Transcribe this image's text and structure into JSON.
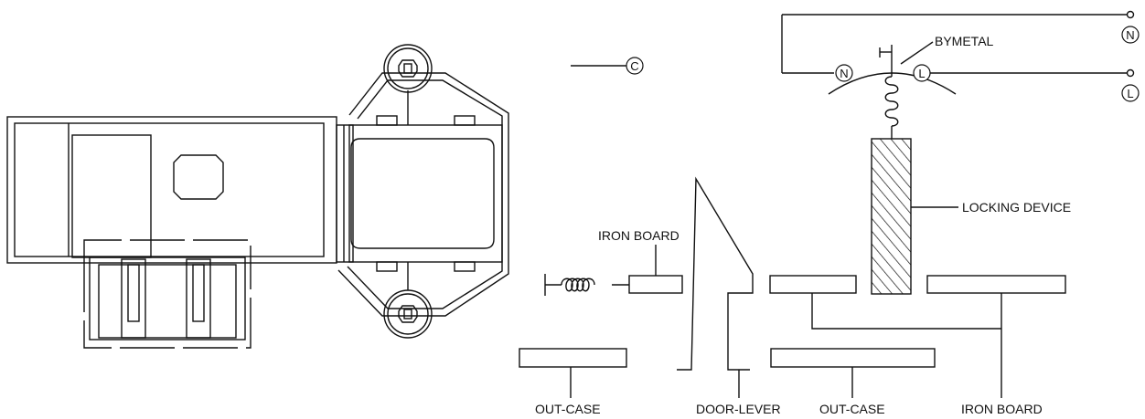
{
  "labels": {
    "c_terminal": "C",
    "n_terminal_right": "N",
    "l_terminal_right": "L",
    "n_terminal_inner": "N",
    "l_terminal_inner": "L",
    "bymetal": "BYMETAL",
    "locking_device": "LOCKING DEVICE",
    "iron_board_left": "IRON BOARD",
    "iron_board_right": "IRON BOARD",
    "out_case_left": "OUT-CASE",
    "out_case_right": "OUT-CASE",
    "door_lever": "DOOR-LEVER"
  },
  "colors": {
    "line": "#111111",
    "background": "#ffffff"
  }
}
